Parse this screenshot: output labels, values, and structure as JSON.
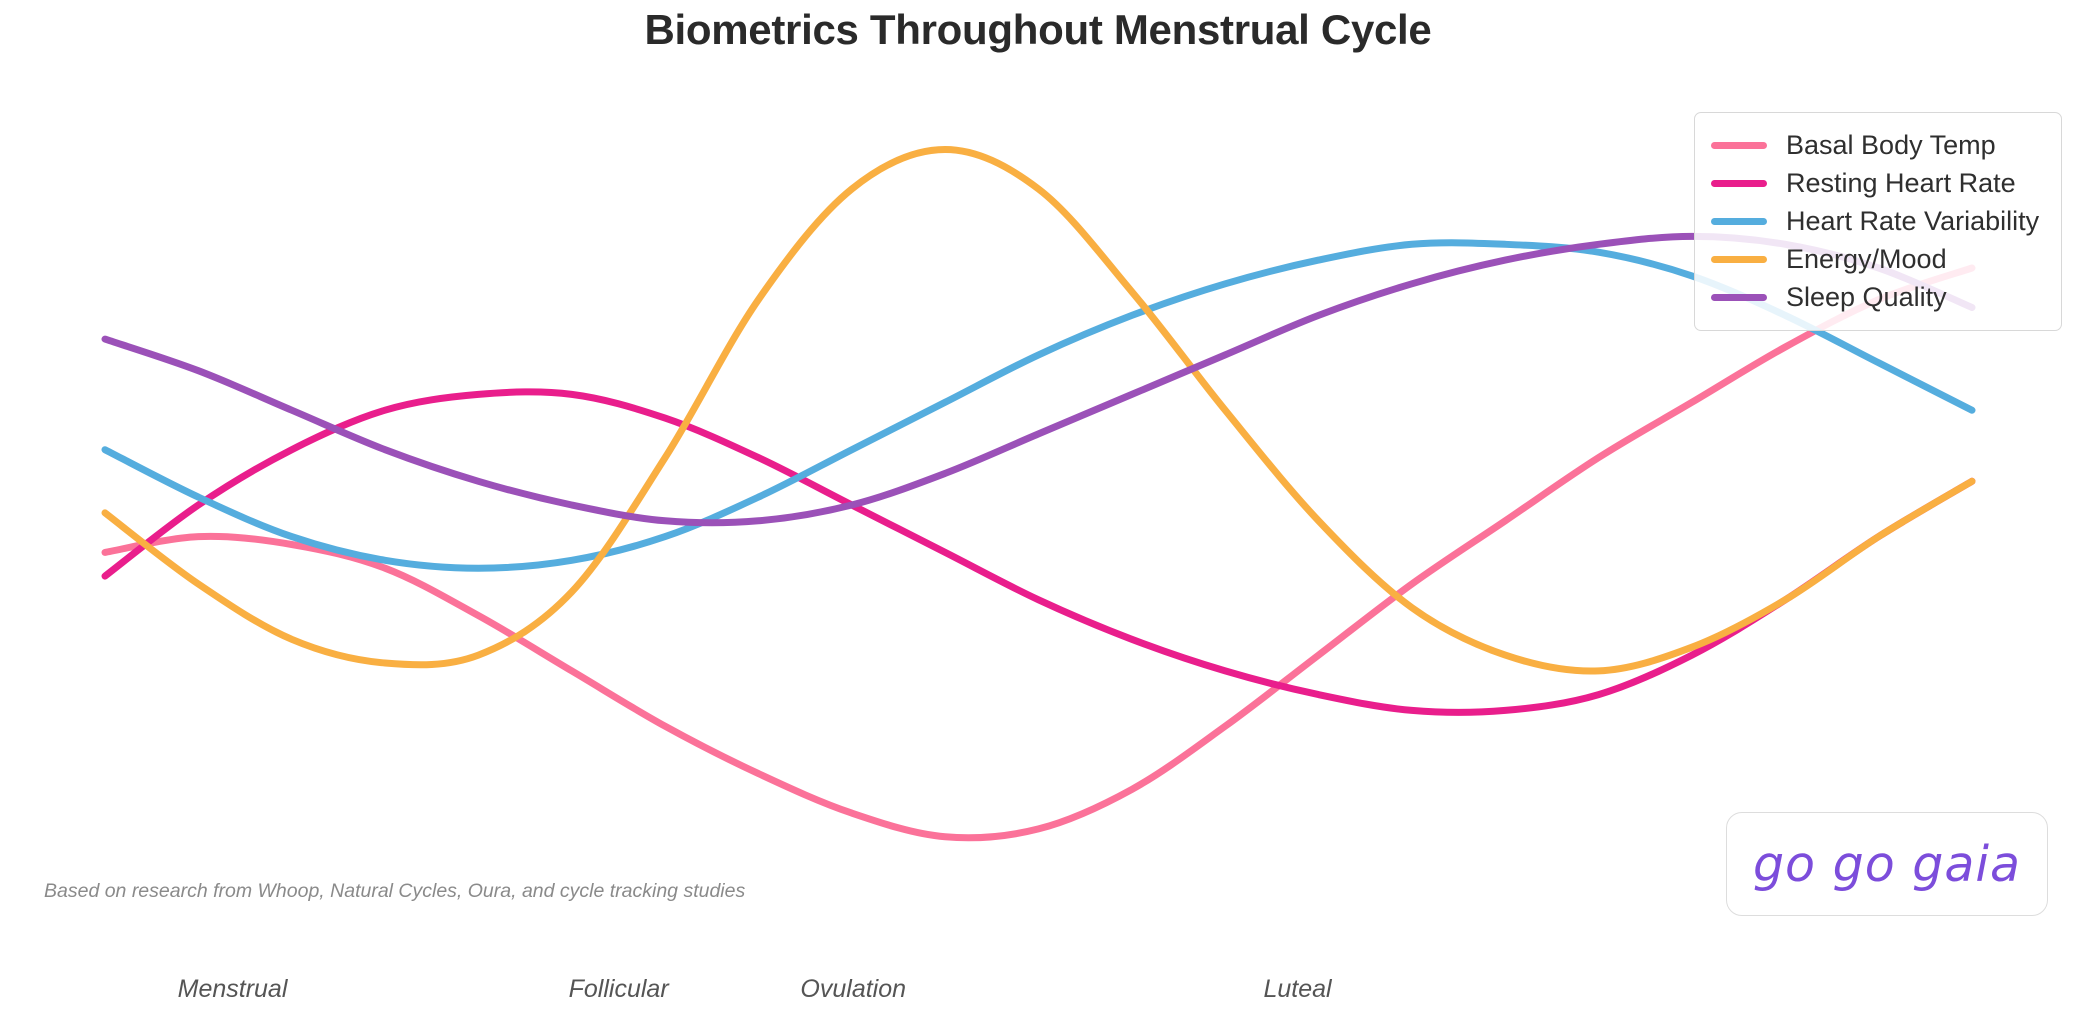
{
  "chart_data": {
    "type": "line",
    "title": "Biometrics Throughout Menstrual Cycle",
    "xlabel": "",
    "ylabel": "",
    "grid": false,
    "legend_position": "top-right",
    "x": [
      0,
      5,
      10,
      15,
      20,
      25,
      30,
      35,
      40,
      45,
      50,
      55,
      60,
      65,
      70,
      75,
      80,
      85,
      90,
      95,
      100
    ],
    "categories": [
      "Menstrual",
      "Follicular",
      "Ovulation",
      "Luteal"
    ],
    "xlim": [
      0,
      100
    ],
    "ylim": [
      0,
      100
    ],
    "annotations": [
      "Based on research from Whoop, Natural Cycles, Oura, and cycle tracking studies"
    ],
    "series": [
      {
        "name": "Basal Body Temp",
        "color": "#FB7299",
        "values": [
          44,
          46,
          45,
          42,
          36,
          29,
          22,
          16,
          11,
          8,
          9,
          14,
          22,
          31,
          40,
          48,
          56,
          63,
          70,
          76,
          80
        ]
      },
      {
        "name": "Resting Heart Rate",
        "color": "#E91E8C",
        "values": [
          41,
          50,
          57,
          62,
          64,
          64,
          61,
          56,
          50,
          44,
          38,
          33,
          29,
          26,
          24,
          24,
          26,
          31,
          38,
          46,
          53
        ]
      },
      {
        "name": "Heart Rate Variability",
        "color": "#55ADDE",
        "values": [
          57,
          51,
          46,
          43,
          42,
          43,
          46,
          51,
          57,
          63,
          69,
          74,
          78,
          81,
          83,
          83,
          82,
          79,
          74,
          68,
          62
        ]
      },
      {
        "name": "Energy/Mood",
        "color": "#F9AF42",
        "values": [
          49,
          40,
          33,
          30,
          31,
          39,
          56,
          76,
          90,
          95,
          90,
          77,
          62,
          48,
          37,
          31,
          29,
          32,
          38,
          46,
          53
        ]
      },
      {
        "name": "Sleep Quality",
        "color": "#9B51B8",
        "values": [
          71,
          67,
          62,
          57,
          53,
          50,
          48,
          48,
          50,
          54,
          59,
          64,
          69,
          74,
          78,
          81,
          83,
          84,
          83,
          80,
          75
        ]
      }
    ]
  },
  "header": {
    "title": "Biometrics Throughout Menstrual Cycle"
  },
  "legend": {
    "items": [
      {
        "label": "Basal Body Temp",
        "color": "#FB7299"
      },
      {
        "label": "Resting Heart Rate",
        "color": "#E91E8C"
      },
      {
        "label": "Heart Rate Variability",
        "color": "#55ADDE"
      },
      {
        "label": "Energy/Mood",
        "color": "#F9AF42"
      },
      {
        "label": "Sleep Quality",
        "color": "#9B51B8"
      }
    ]
  },
  "phases": [
    {
      "label": "Menstrual",
      "x_pct": 11.2
    },
    {
      "label": "Follicular",
      "x_pct": 29.8
    },
    {
      "label": "Ovulation",
      "x_pct": 41.1
    },
    {
      "label": "Luteal",
      "x_pct": 62.5
    }
  ],
  "footnote": {
    "text": "Based on research from Whoop, Natural Cycles, Oura, and cycle tracking studies"
  },
  "brand": {
    "name": "go go gaia",
    "color": "#7c4ddb"
  }
}
